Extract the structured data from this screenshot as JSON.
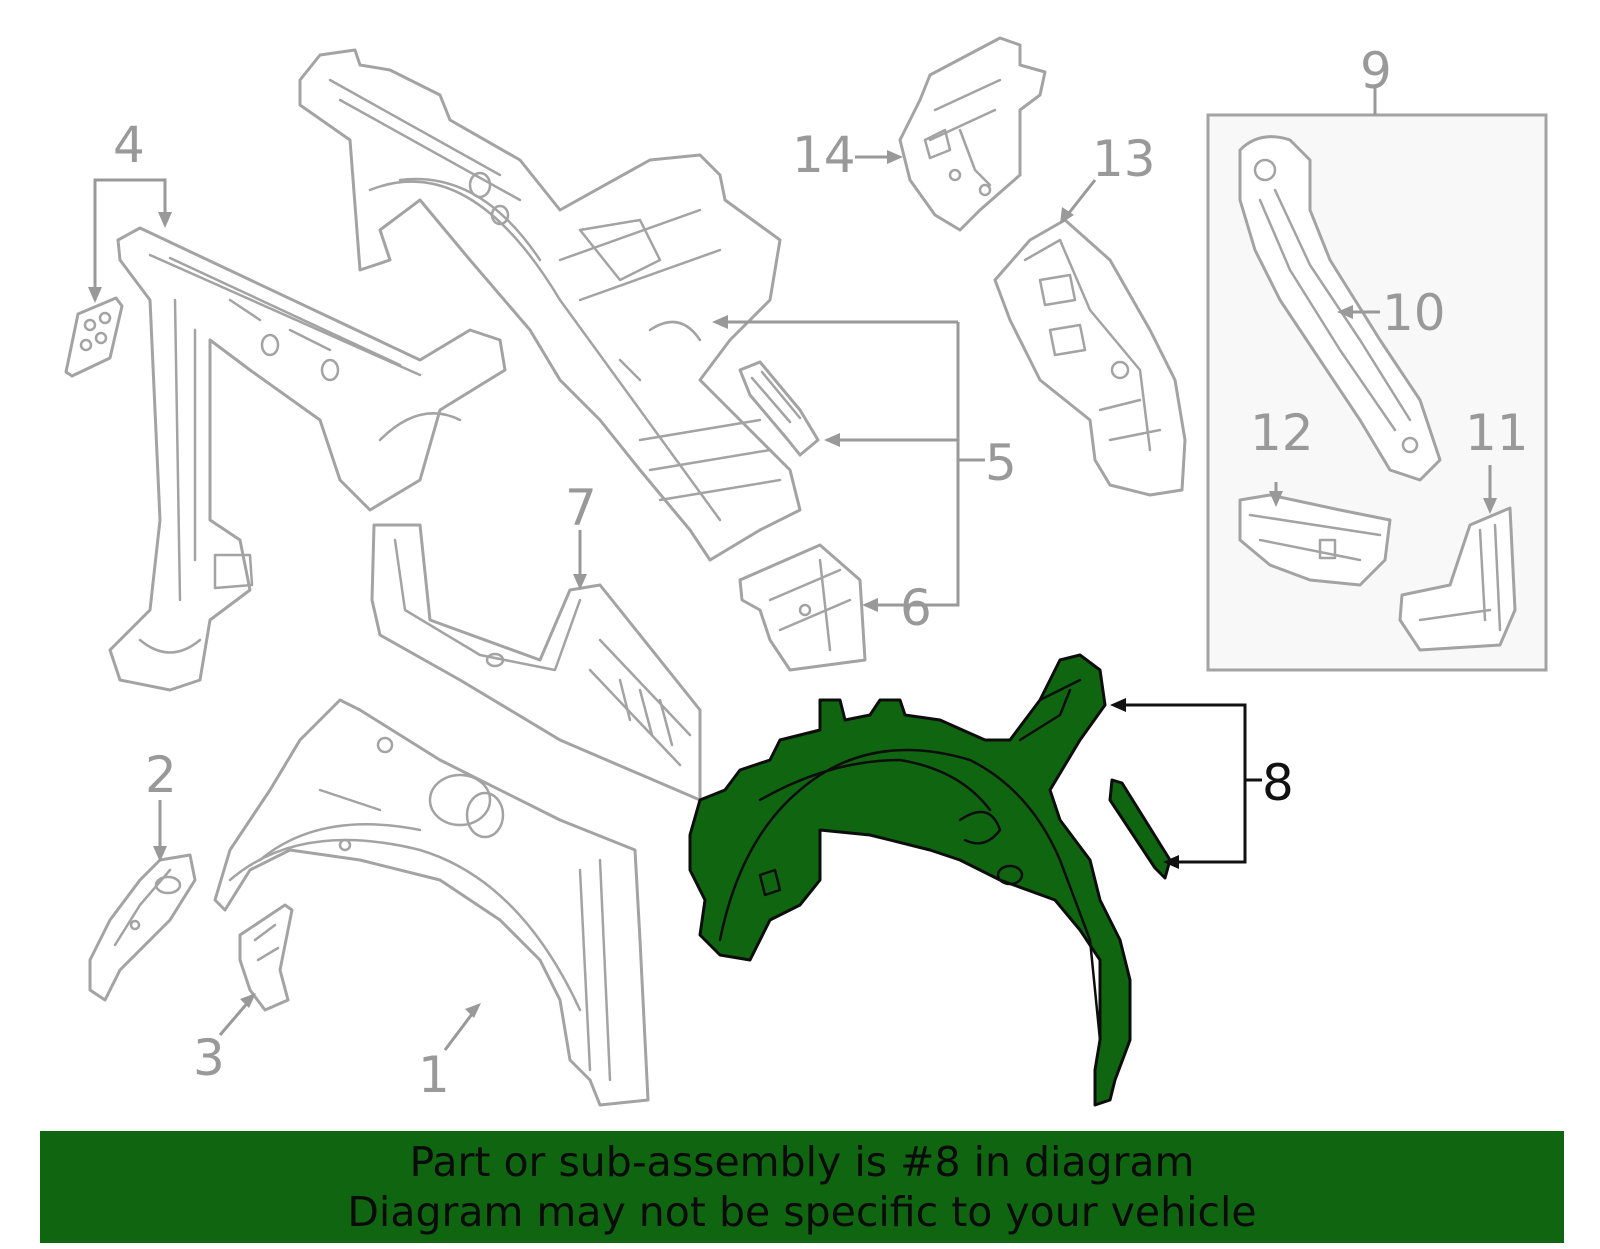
{
  "callouts": {
    "c1": "1",
    "c2": "2",
    "c3": "3",
    "c4": "4",
    "c5": "5",
    "c6": "6",
    "c7": "7",
    "c8": "8",
    "c9": "9",
    "c10": "10",
    "c11": "11",
    "c12": "12",
    "c13": "13",
    "c14": "14"
  },
  "highlighted_part": "8",
  "colors": {
    "highlight": "#106610",
    "line": "#a3a3a3",
    "banner": "#106610"
  },
  "banner": {
    "line1": "Part or sub-assembly is #8 in diagram",
    "line2": "Diagram may not be specific to your vehicle"
  }
}
